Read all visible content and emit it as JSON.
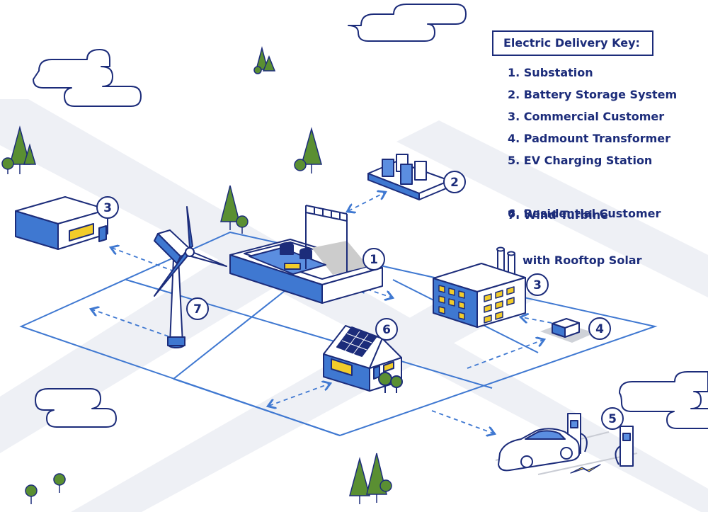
{
  "key": {
    "title": "Electric Delivery Key:",
    "items": [
      {
        "label": "1. Substation"
      },
      {
        "label": "2. Battery Storage System"
      },
      {
        "label": "3. Commercial Customer"
      },
      {
        "label": "4. Padmount Transformer"
      },
      {
        "label": "5. EV Charging Station"
      },
      {
        "label": "6. Residential Customer",
        "label2": "with Rooftop Solar"
      },
      {
        "label": "7. Wind Turbine"
      }
    ]
  },
  "badges": {
    "substation": "1",
    "battery": "2",
    "commercial_left": "3",
    "commercial_office": "3",
    "transformer": "4",
    "ev": "5",
    "residential": "6",
    "wind": "7"
  },
  "colors": {
    "navy": "#1c2c7a",
    "blue": "#3f78d1",
    "light_blue": "#5b8ee0",
    "road": "#eef0f5",
    "tree_green": "#5a8f32",
    "window_yellow": "#f2cc2a"
  },
  "icons": [
    "cloud-icon",
    "tree-icon",
    "lightning-bolt-icon",
    "solar-panel-icon",
    "car-icon"
  ]
}
